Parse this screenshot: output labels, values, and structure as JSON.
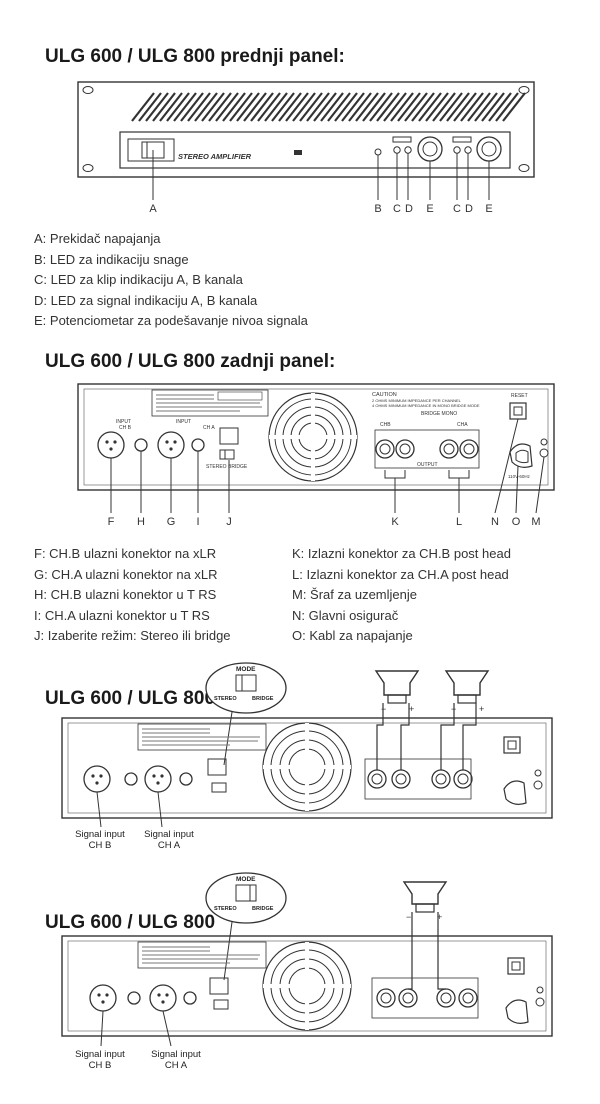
{
  "front": {
    "title": "ULG 600 / ULG 800 prednji panel:",
    "panel_text": "STEREO AMPLIFIER",
    "letters": [
      "A",
      "B",
      "C",
      "D",
      "E",
      "C",
      "D",
      "E"
    ],
    "legend": [
      "A:  Prekidač napajanja",
      "B:  LED za indikaciju snage",
      "C:  LED za klip indikaciju A, B kanala",
      "D:  LED za signal indikaciju A, B kanala",
      "E:  Potenciometar za podešavanje nivoa signala"
    ]
  },
  "rear": {
    "title": "ULG 600 / ULG 800 zadnji panel:",
    "panel_labels": {
      "input": "INPUT",
      "ch_b": "CH B",
      "ch_a": "CH A",
      "stereo": "STEREO",
      "bridge": "BRIDGE",
      "output": "OUTPUT",
      "bridge_mono": "BRIDGE MONO",
      "chb": "CHB",
      "cha": "CHA",
      "caution": "CAUTION",
      "caution_line1": "2 OHMS MINIMUM IMPEDANCE PER CHANNEL",
      "caution_line2": "4 OHMS MINIMUM IMPEDANCE IN MONO BRIDGE MODE",
      "reset": "RESET",
      "voltage": "110V-60Hz"
    },
    "letters": [
      "F",
      "H",
      "G",
      "I",
      "J",
      "K",
      "L",
      "N",
      "O",
      "M"
    ],
    "legend_left": [
      "F:  CH.B ulazni konektor na xLR",
      "G:  CH.A ulazni konektor na xLR",
      "H:  CH.B ulazni konektor u T RS",
      "I:   CH.A ulazni konektor u T RS",
      "J:  Izaberite režim: Stereo ili bridge"
    ],
    "legend_right": [
      "K:  Izlazni konektor za CH.B post head",
      "L:  Izlazni konektor za CH.A post head",
      "M:  Šraf za uzemljenje",
      "N:  Glavni osigurač",
      "O:  Kabl za napajanje"
    ]
  },
  "stereo_diagram": {
    "title": "ULG 600 / ULG 800",
    "mode_label": "MODE",
    "mode_stereo": "STEREO",
    "mode_bridge": "BRIDGE",
    "caption_b": [
      "Signal input",
      "CH B"
    ],
    "caption_a": [
      "Signal input",
      "CH A"
    ]
  },
  "bridge_diagram": {
    "title": "ULG 600 / ULG 800",
    "mode_label": "MODE",
    "mode_stereo": "STEREO",
    "mode_bridge": "BRIDGE",
    "caption_b": [
      "Signal input",
      "CH B"
    ],
    "caption_a": [
      "Signal input",
      "CH A"
    ]
  }
}
